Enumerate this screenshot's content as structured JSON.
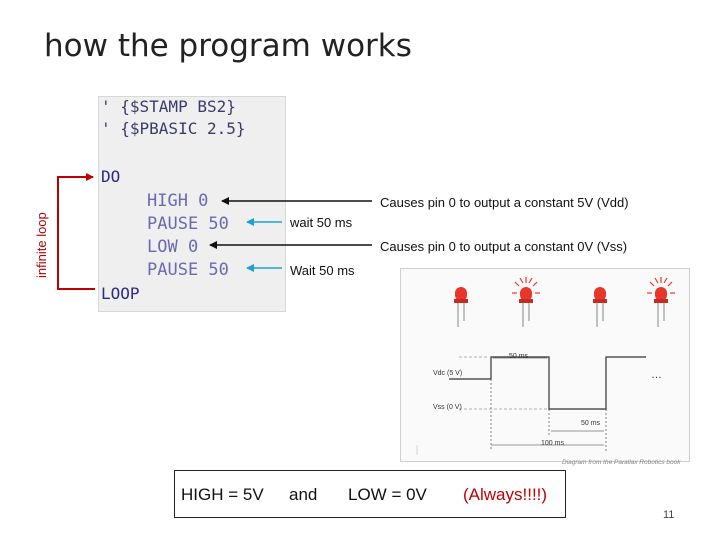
{
  "slide": {
    "title": "how the program works",
    "loop_label": "infinite loop",
    "page_number": "11"
  },
  "code": {
    "directive_1": "' {$STAMP BS2}",
    "directive_2": "' {$PBASIC 2.5}",
    "do": "DO",
    "line_high": "HIGH 0",
    "line_pause_1": "PAUSE 50",
    "line_low": "LOW 0",
    "line_pause_2": "PAUSE 50",
    "loop": "LOOP"
  },
  "annotations": {
    "high": "Causes pin 0 to output a constant 5V (Vdd)",
    "pause_1": "wait 50 ms",
    "low": "Causes pin 0 to output a constant 0V (Vss)",
    "pause_2": "Wait 50 ms"
  },
  "figure": {
    "vdc_label": "Vdc (5 V)",
    "vss_label": "Vss (0 V)",
    "high_duration": "50 ms",
    "low_duration": "50 ms",
    "period": "100 ms",
    "ellipsis": "…",
    "caption": "Diagram from the Parallax Robotics book"
  },
  "summary": {
    "high": "HIGH = 5V",
    "and": "and",
    "low": "LOW = 0V",
    "always": "(Always!!!!)"
  },
  "colors": {
    "loop_arrow": "#c00000",
    "black_arrow": "#111111",
    "blue_arrow": "#1a9fd6",
    "always_text": "#c00000",
    "led_red": "#e8362a"
  },
  "icons": [
    "led-on-icon",
    "led-off-icon",
    "arrow-icon"
  ]
}
